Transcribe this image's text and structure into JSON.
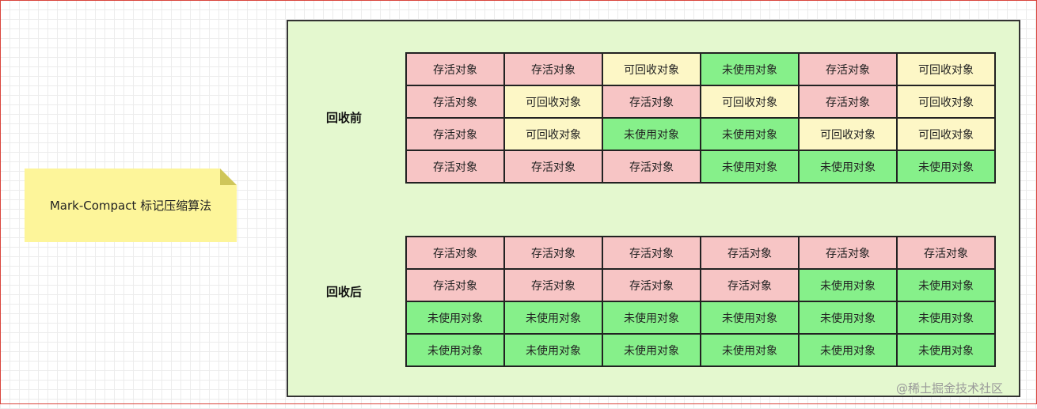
{
  "note": {
    "text": "Mark-Compact 标记压缩算法"
  },
  "legend_labels": {
    "live": "存活对象",
    "reclaimable": "可回收对象",
    "unused": "未使用对象"
  },
  "colors": {
    "live": "#f7c5c5",
    "reclaimable": "#fdf7c6",
    "unused": "#86f08a",
    "panel_bg": "#e4f8cf",
    "note_bg": "#fdf59a"
  },
  "before": {
    "label": "回收前",
    "rows": [
      [
        "live",
        "live",
        "reclaimable",
        "unused",
        "live",
        "reclaimable"
      ],
      [
        "live",
        "reclaimable",
        "live",
        "reclaimable",
        "live",
        "reclaimable"
      ],
      [
        "live",
        "reclaimable",
        "unused",
        "unused",
        "reclaimable",
        "reclaimable"
      ],
      [
        "live",
        "live",
        "live",
        "unused",
        "unused",
        "unused"
      ]
    ]
  },
  "after": {
    "label": "回收后",
    "rows": [
      [
        "live",
        "live",
        "live",
        "live",
        "live",
        "live"
      ],
      [
        "live",
        "live",
        "live",
        "live",
        "unused",
        "unused"
      ],
      [
        "unused",
        "unused",
        "unused",
        "unused",
        "unused",
        "unused"
      ],
      [
        "unused",
        "unused",
        "unused",
        "unused",
        "unused",
        "unused"
      ]
    ]
  },
  "watermark": "@稀土掘金技术社区"
}
